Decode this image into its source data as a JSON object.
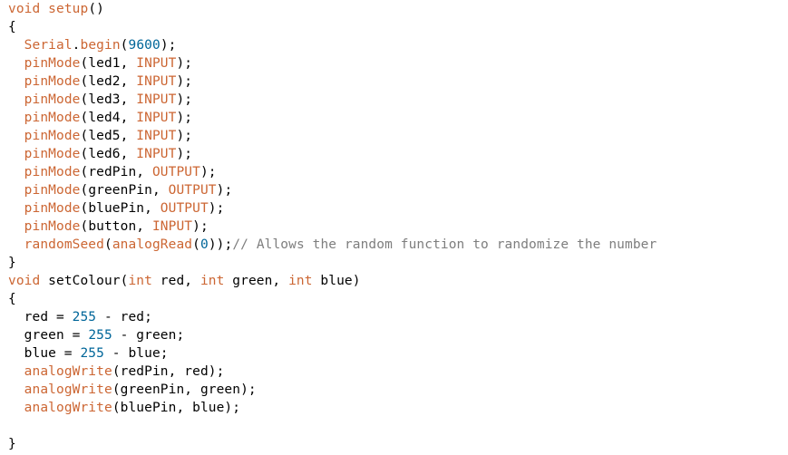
{
  "editor": {
    "language": "arduino",
    "colors": {
      "background": "#ffffff",
      "text": "#000000",
      "keyword": "#cc6633",
      "number": "#006699",
      "comment": "#7e7e7e"
    },
    "lines": [
      [
        {
          "t": "kw",
          "v": "void"
        },
        {
          "t": "plain",
          "v": " "
        },
        {
          "t": "kw",
          "v": "setup"
        },
        {
          "t": "plain",
          "v": "()"
        }
      ],
      [
        {
          "t": "plain",
          "v": "{"
        }
      ],
      [
        {
          "t": "plain",
          "v": "  "
        },
        {
          "t": "kw",
          "v": "Serial"
        },
        {
          "t": "plain",
          "v": "."
        },
        {
          "t": "kw",
          "v": "begin"
        },
        {
          "t": "plain",
          "v": "("
        },
        {
          "t": "num",
          "v": "9600"
        },
        {
          "t": "plain",
          "v": ");"
        }
      ],
      [
        {
          "t": "plain",
          "v": "  "
        },
        {
          "t": "kw",
          "v": "pinMode"
        },
        {
          "t": "plain",
          "v": "(led1, "
        },
        {
          "t": "kw",
          "v": "INPUT"
        },
        {
          "t": "plain",
          "v": ");"
        }
      ],
      [
        {
          "t": "plain",
          "v": "  "
        },
        {
          "t": "kw",
          "v": "pinMode"
        },
        {
          "t": "plain",
          "v": "(led2, "
        },
        {
          "t": "kw",
          "v": "INPUT"
        },
        {
          "t": "plain",
          "v": ");"
        }
      ],
      [
        {
          "t": "plain",
          "v": "  "
        },
        {
          "t": "kw",
          "v": "pinMode"
        },
        {
          "t": "plain",
          "v": "(led3, "
        },
        {
          "t": "kw",
          "v": "INPUT"
        },
        {
          "t": "plain",
          "v": ");"
        }
      ],
      [
        {
          "t": "plain",
          "v": "  "
        },
        {
          "t": "kw",
          "v": "pinMode"
        },
        {
          "t": "plain",
          "v": "(led4, "
        },
        {
          "t": "kw",
          "v": "INPUT"
        },
        {
          "t": "plain",
          "v": ");"
        }
      ],
      [
        {
          "t": "plain",
          "v": "  "
        },
        {
          "t": "kw",
          "v": "pinMode"
        },
        {
          "t": "plain",
          "v": "(led5, "
        },
        {
          "t": "kw",
          "v": "INPUT"
        },
        {
          "t": "plain",
          "v": ");"
        }
      ],
      [
        {
          "t": "plain",
          "v": "  "
        },
        {
          "t": "kw",
          "v": "pinMode"
        },
        {
          "t": "plain",
          "v": "(led6, "
        },
        {
          "t": "kw",
          "v": "INPUT"
        },
        {
          "t": "plain",
          "v": ");"
        }
      ],
      [
        {
          "t": "plain",
          "v": "  "
        },
        {
          "t": "kw",
          "v": "pinMode"
        },
        {
          "t": "plain",
          "v": "(redPin, "
        },
        {
          "t": "kw",
          "v": "OUTPUT"
        },
        {
          "t": "plain",
          "v": ");"
        }
      ],
      [
        {
          "t": "plain",
          "v": "  "
        },
        {
          "t": "kw",
          "v": "pinMode"
        },
        {
          "t": "plain",
          "v": "(greenPin, "
        },
        {
          "t": "kw",
          "v": "OUTPUT"
        },
        {
          "t": "plain",
          "v": ");"
        }
      ],
      [
        {
          "t": "plain",
          "v": "  "
        },
        {
          "t": "kw",
          "v": "pinMode"
        },
        {
          "t": "plain",
          "v": "(bluePin, "
        },
        {
          "t": "kw",
          "v": "OUTPUT"
        },
        {
          "t": "plain",
          "v": ");"
        }
      ],
      [
        {
          "t": "plain",
          "v": "  "
        },
        {
          "t": "kw",
          "v": "pinMode"
        },
        {
          "t": "plain",
          "v": "(button, "
        },
        {
          "t": "kw",
          "v": "INPUT"
        },
        {
          "t": "plain",
          "v": ");"
        }
      ],
      [
        {
          "t": "plain",
          "v": "  "
        },
        {
          "t": "kw",
          "v": "randomSeed"
        },
        {
          "t": "plain",
          "v": "("
        },
        {
          "t": "kw",
          "v": "analogRead"
        },
        {
          "t": "plain",
          "v": "("
        },
        {
          "t": "num",
          "v": "0"
        },
        {
          "t": "plain",
          "v": "));"
        },
        {
          "t": "comment",
          "v": "// Allows the random function to randomize the number"
        }
      ],
      [
        {
          "t": "plain",
          "v": "}"
        }
      ],
      [
        {
          "t": "kw",
          "v": "void"
        },
        {
          "t": "plain",
          "v": " setColour("
        },
        {
          "t": "kw",
          "v": "int"
        },
        {
          "t": "plain",
          "v": " red, "
        },
        {
          "t": "kw",
          "v": "int"
        },
        {
          "t": "plain",
          "v": " green, "
        },
        {
          "t": "kw",
          "v": "int"
        },
        {
          "t": "plain",
          "v": " blue)"
        }
      ],
      [
        {
          "t": "plain",
          "v": "{"
        }
      ],
      [
        {
          "t": "plain",
          "v": "  red = "
        },
        {
          "t": "num",
          "v": "255"
        },
        {
          "t": "plain",
          "v": " - red;"
        }
      ],
      [
        {
          "t": "plain",
          "v": "  green = "
        },
        {
          "t": "num",
          "v": "255"
        },
        {
          "t": "plain",
          "v": " - green;"
        }
      ],
      [
        {
          "t": "plain",
          "v": "  blue = "
        },
        {
          "t": "num",
          "v": "255"
        },
        {
          "t": "plain",
          "v": " - blue;"
        }
      ],
      [
        {
          "t": "plain",
          "v": "  "
        },
        {
          "t": "kw",
          "v": "analogWrite"
        },
        {
          "t": "plain",
          "v": "(redPin, red);"
        }
      ],
      [
        {
          "t": "plain",
          "v": "  "
        },
        {
          "t": "kw",
          "v": "analogWrite"
        },
        {
          "t": "plain",
          "v": "(greenPin, green);"
        }
      ],
      [
        {
          "t": "plain",
          "v": "  "
        },
        {
          "t": "kw",
          "v": "analogWrite"
        },
        {
          "t": "plain",
          "v": "(bluePin, blue);"
        }
      ],
      [
        {
          "t": "plain",
          "v": ""
        }
      ],
      [
        {
          "t": "plain",
          "v": "}"
        }
      ]
    ]
  }
}
